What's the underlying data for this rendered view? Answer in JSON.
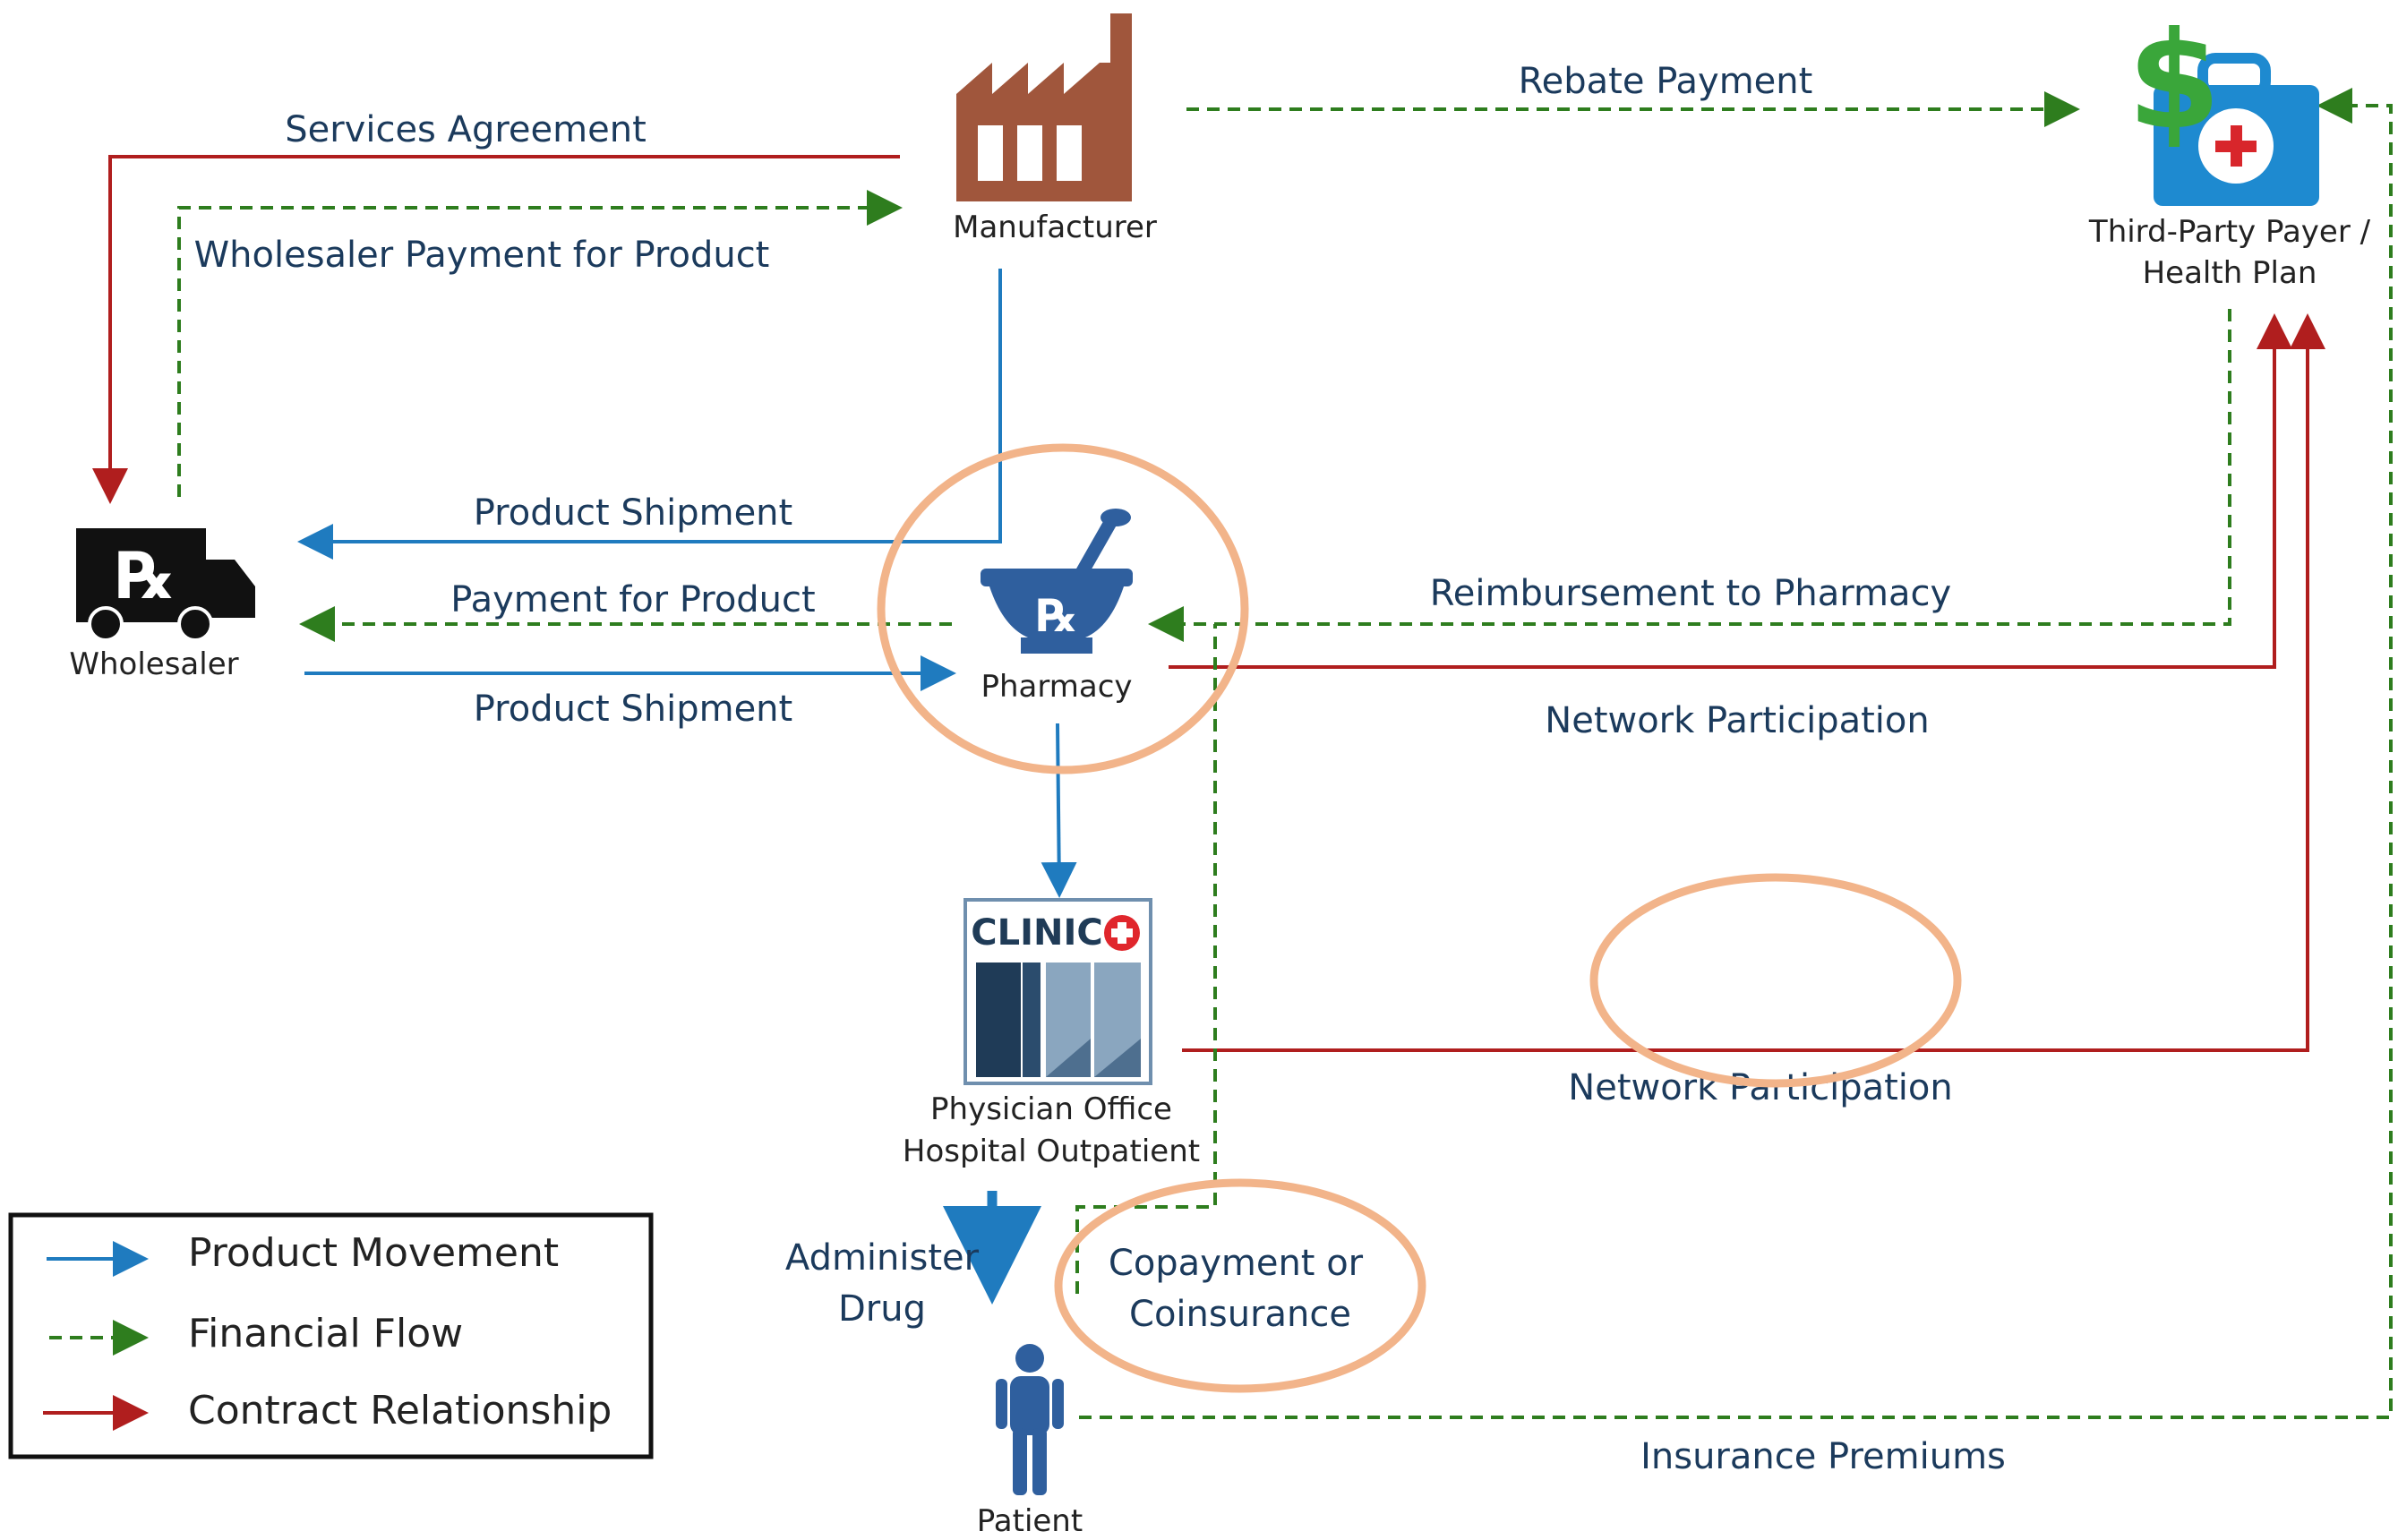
{
  "colors": {
    "product": "#1f7bbf",
    "financial": "#2e7d1e",
    "contract": "#b01e1e",
    "label_text": "#1b3a5c",
    "node_text": "#222222",
    "highlight": "#f2b48a",
    "factory": "#a0563c",
    "payer_case": "#1e8ad0",
    "dollar": "#3aa63a",
    "clinic_dark": "#1f3b57",
    "clinic_light": "#8aa6bf"
  },
  "nodes": {
    "manufacturer": "Manufacturer",
    "payer_line1": "Third-Party Payer /",
    "payer_line2": "Health Plan",
    "wholesaler": "Wholesaler",
    "pharmacy": "Pharmacy",
    "clinic_sign": "CLINIC",
    "physician_line1": "Physician Office",
    "physician_line2": "Hospital Outpatient",
    "patient": "Patient"
  },
  "edges": {
    "services_agreement": "Services Agreement",
    "wholesaler_payment": "Wholesaler Payment for Product",
    "rebate_payment": "Rebate Payment",
    "product_shipment_top": "Product Shipment",
    "payment_for_product": "Payment for Product",
    "product_shipment_bottom": "Product Shipment",
    "reimbursement": "Reimbursement to Pharmacy",
    "network_participation_1": "Network Participation",
    "network_participation_2": "Network Participation",
    "administer_line1": "Administer",
    "administer_line2": "Drug",
    "copay_line1": "Copayment or",
    "copay_line2": "Coinsurance",
    "insurance_premiums": "Insurance Premiums"
  },
  "legend": {
    "product": "Product Movement",
    "financial": "Financial Flow",
    "contract": "Contract Relationship"
  }
}
